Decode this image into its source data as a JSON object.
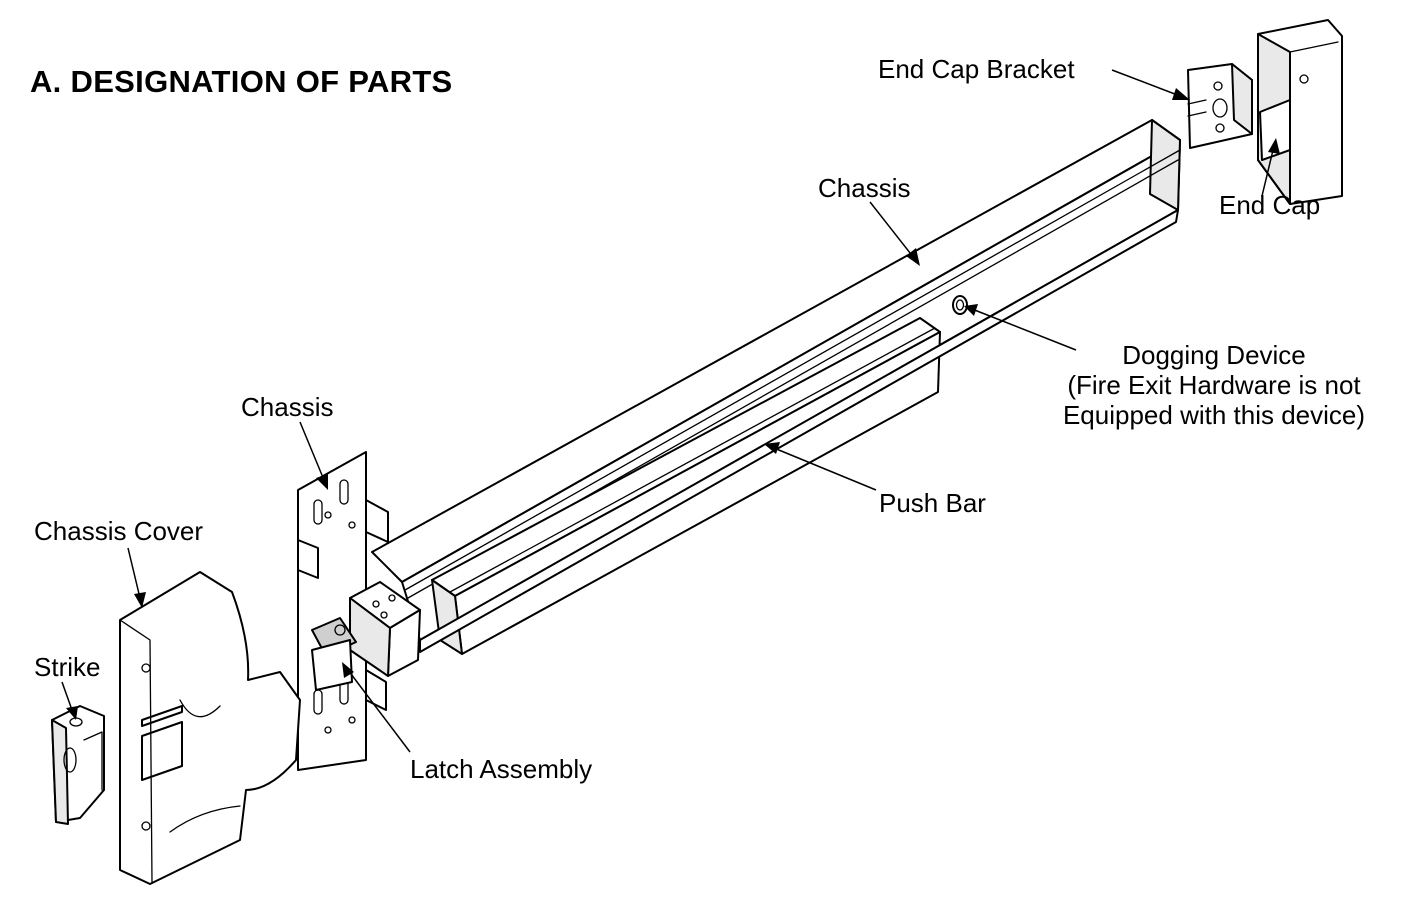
{
  "title": "A.  DESIGNATION OF PARTS",
  "labels": {
    "end_cap_bracket": "End Cap Bracket",
    "end_cap": "End Cap",
    "chassis_top": "Chassis",
    "dogging_device_line1": "Dogging Device",
    "dogging_device_line2": "(Fire Exit Hardware is not",
    "dogging_device_line3": "Equipped with this device)",
    "chassis_left": "Chassis",
    "push_bar": "Push Bar",
    "chassis_cover": "Chassis Cover",
    "strike": "Strike",
    "latch_assembly": "Latch Assembly"
  }
}
